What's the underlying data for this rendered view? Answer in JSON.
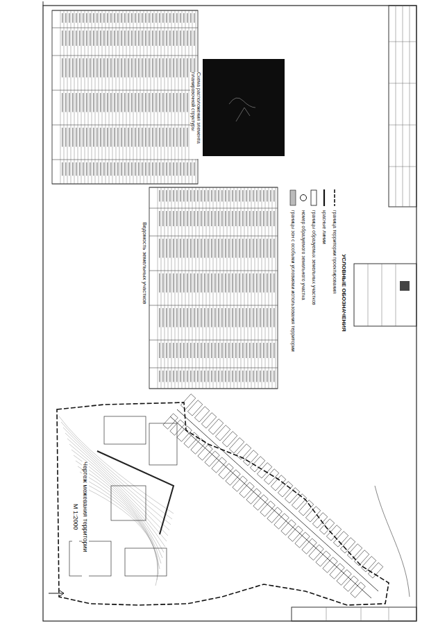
{
  "diagram": {
    "labels": [
      "Ведомость земельных участков",
      "Схема расположения элемента планировочной структуры",
      "УСЛОВНЫЕ ОБОЗНАЧЕНИЯ",
      "Чертеж межевания территории",
      "М 1:2000",
      "N"
    ],
    "legend": [
      {
        "text": "граница территории проектирования"
      },
      {
        "text": "красные линии"
      },
      {
        "text": "границы образуемых земельных участков"
      },
      {
        "text": "номер образуемого земельного участка"
      },
      {
        "text": "границы зон с особыми условиями использования территории"
      }
    ]
  }
}
